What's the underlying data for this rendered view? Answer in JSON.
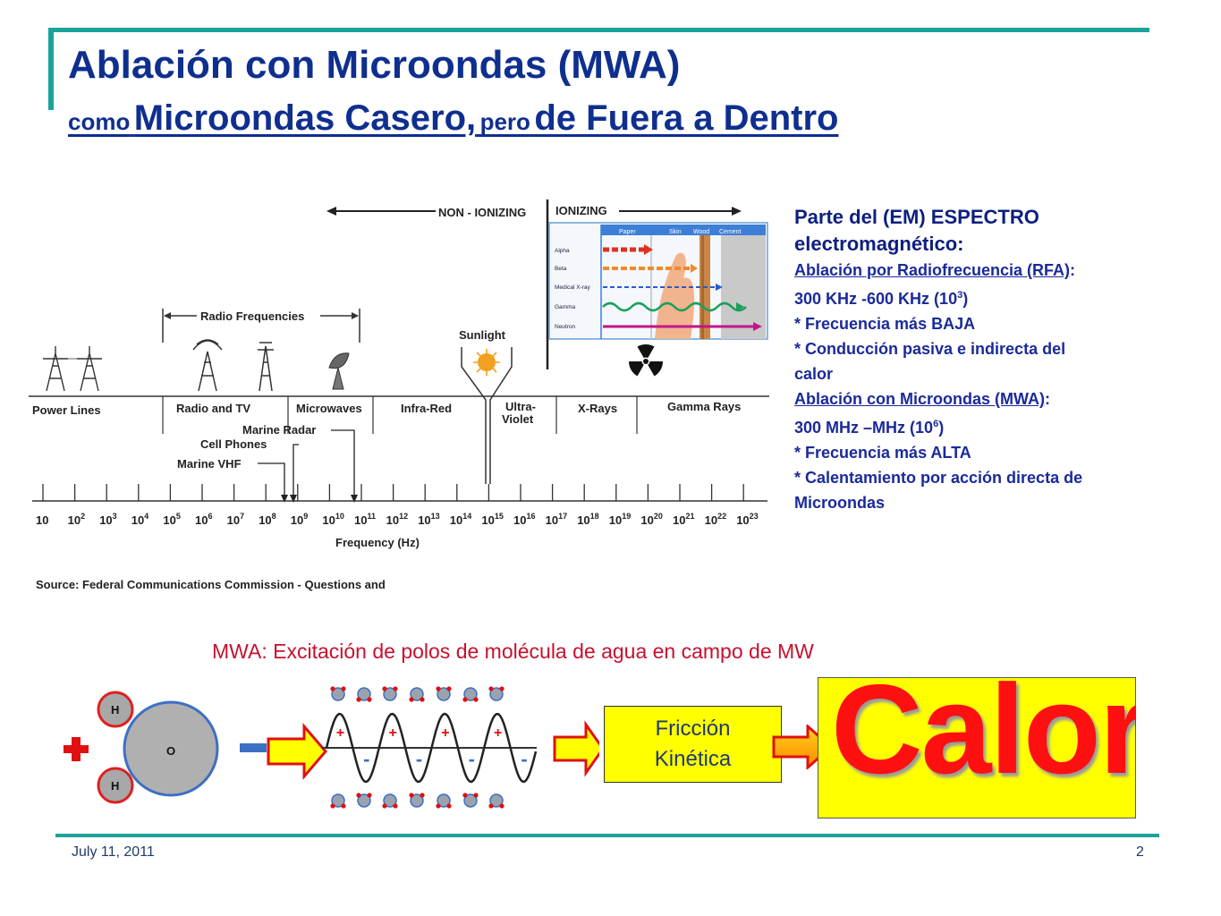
{
  "slide": {
    "title_line1": "Ablación con Microondas (MWA)",
    "title_line2_parts": [
      "como",
      "Microondas Casero,",
      "pero",
      "de Fuera a Dentro"
    ],
    "footer_date": "July 11, 2011",
    "page_number": "2",
    "accent_color": "#1aa39a",
    "title_color": "#0f2f8f"
  },
  "spectrum": {
    "non_ionizing": "NON - IONIZING",
    "ionizing": "IONIZING",
    "radio_frequencies": "Radio Frequencies",
    "sunlight": "Sunlight",
    "bands": [
      "Power Lines",
      "Radio and TV",
      "Microwaves",
      "Infra-Red",
      "Ultra-",
      "Violet",
      "X-Rays",
      "Gamma Rays"
    ],
    "devices": [
      "Marine Radar",
      "Cell Phones",
      "Marine VHF"
    ],
    "penetration_headers": [
      "Paper",
      "Skin",
      "Wood",
      "Cement"
    ],
    "particles": [
      "Alpha",
      "Beta",
      "Medical X-ray",
      "Gamma",
      "Neutron"
    ],
    "exponents": [
      "",
      "2",
      "3",
      "4",
      "5",
      "6",
      "7",
      "8",
      "9",
      "10",
      "11",
      "12",
      "13",
      "14",
      "15",
      "16",
      "17",
      "18",
      "19",
      "20",
      "21",
      "22",
      "23"
    ],
    "tick_base": "10",
    "axis_label": "Frequency (Hz)",
    "source": "Source:  Federal Communications Commission - Questions and"
  },
  "side_text": {
    "heading1": "Parte del (EM) ESPECTRO",
    "heading2": "electromagnético:",
    "rfa_title": "Ablación  por Radiofrecuencia (RFA)",
    "colon": ":",
    "rfa_range": "300 KHz -600 KHz  (10",
    "rfa_exp": "3",
    "close_paren": ")",
    "rfa_point1": "* Frecuencia más BAJA",
    "rfa_point2a": "* Conducción pasiva e indirecta del",
    "rfa_point2b": "calor",
    "mwa_title": "Ablación con Microondas (MWA)",
    "mwa_range": "300 MHz –MHz (10",
    "mwa_exp": "6",
    "mwa_point1": "* Frecuencia más ALTA",
    "mwa_point2a": "* Calentamiento por acción directa de",
    "mwa_point2b": "Microondas"
  },
  "diagram": {
    "caption": "MWA: Excitación de polos de molécula de agua en campo de MW",
    "hydrogen": "H",
    "oxygen": "O",
    "plus": "+",
    "minus": "-",
    "friction_line1": "Fricción",
    "friction_line2": "Kinética",
    "calor": "Calor",
    "calor_color": "#ff1010"
  }
}
